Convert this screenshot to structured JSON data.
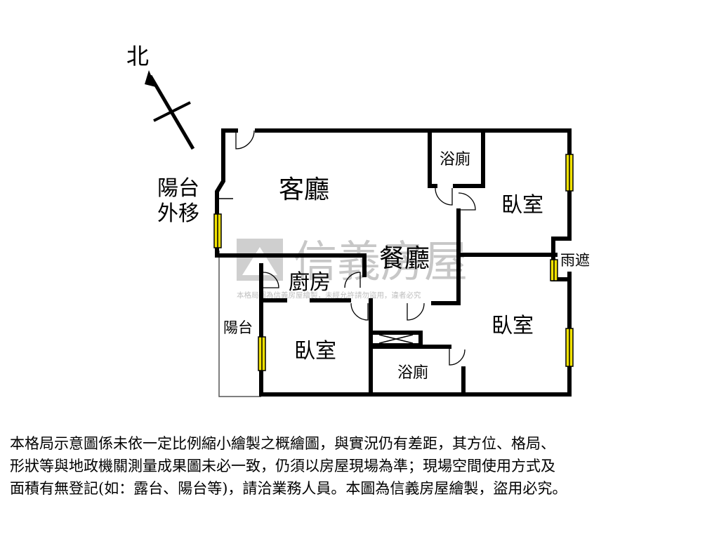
{
  "compass": {
    "label": "北"
  },
  "rooms": {
    "living_room": "客廳",
    "dining_room": "餐廳",
    "kitchen": "廚房",
    "bathroom_top": "浴廁",
    "bathroom_bottom": "浴廁",
    "bedroom_top_right": "臥室",
    "bedroom_bottom_right": "臥室",
    "bedroom_bottom_left": "臥室",
    "balcony": "陽台",
    "rain_shelter": "雨遮"
  },
  "annotation": {
    "line1": "陽台",
    "line2": "外移"
  },
  "watermark": {
    "brand": "信義房屋",
    "small": "本格局圖為信義房屋繪製，未經允許請勿盜用，違者必究"
  },
  "disclaimer": {
    "line1": "本格局示意圖係未依一定比例縮小繪製之概繪圖，與實況仍有差距，其方位、格局、",
    "line2": "形狀等與地政機關測量成果圖未必一致，仍須以房屋現場為準；現場空間使用方式及",
    "line3": "面積有無登記(如：露台、陽台等)，請洽業務人員。本圖為信義房屋繪製，盜用必究。"
  },
  "colors": {
    "wall": "#000000",
    "window": "#f2e200",
    "watermark": "#b8b8b8"
  }
}
